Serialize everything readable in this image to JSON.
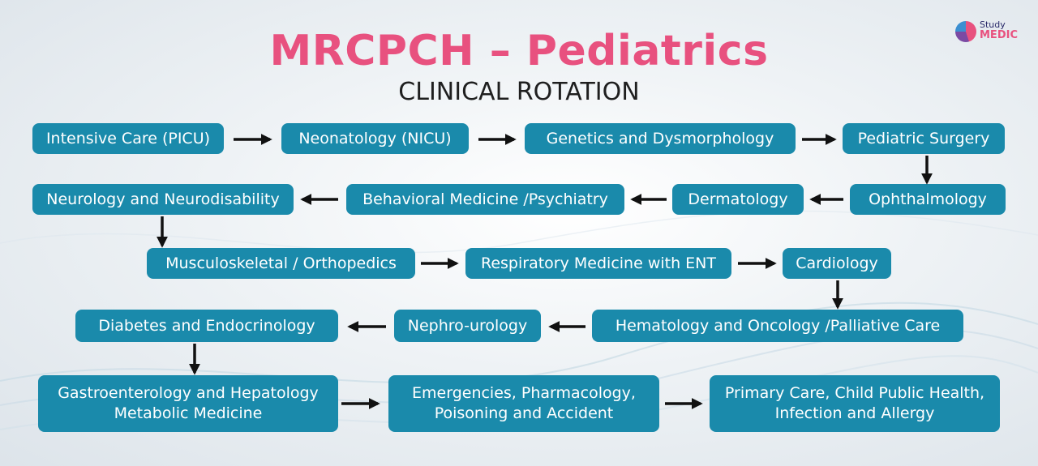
{
  "header": {
    "title": "MRCPCH – Pediatrics",
    "subtitle": "CLINICAL ROTATION"
  },
  "logo": {
    "line1": "Study",
    "line2": "MEDIC"
  },
  "colors": {
    "accent": "#e8517f",
    "node": "#1a8aab",
    "arrow": "#111111"
  },
  "nodes": [
    {
      "lines": [
        "Intensive Care (PICU)"
      ]
    },
    {
      "lines": [
        "Neonatology (NICU)"
      ]
    },
    {
      "lines": [
        "Genetics and Dysmorphology"
      ]
    },
    {
      "lines": [
        "Pediatric Surgery"
      ]
    },
    {
      "lines": [
        "Ophthalmology"
      ]
    },
    {
      "lines": [
        "Dermatology"
      ]
    },
    {
      "lines": [
        "Behavioral Medicine /Psychiatry"
      ]
    },
    {
      "lines": [
        "Neurology and Neurodisability"
      ]
    },
    {
      "lines": [
        "Musculoskeletal / Orthopedics"
      ]
    },
    {
      "lines": [
        "Respiratory Medicine with ENT"
      ]
    },
    {
      "lines": [
        "Cardiology"
      ]
    },
    {
      "lines": [
        "Hematology and Oncology /Palliative Care"
      ]
    },
    {
      "lines": [
        "Nephro-urology"
      ]
    },
    {
      "lines": [
        "Diabetes and Endocrinology"
      ]
    },
    {
      "lines": [
        "Gastroenterology and Hepatology",
        "Metabolic Medicine"
      ]
    },
    {
      "lines": [
        "Emergencies, Pharmacology,",
        "Poisoning and Accident"
      ]
    },
    {
      "lines": [
        "Primary Care, Child Public Health,",
        "Infection and Allergy"
      ]
    }
  ]
}
